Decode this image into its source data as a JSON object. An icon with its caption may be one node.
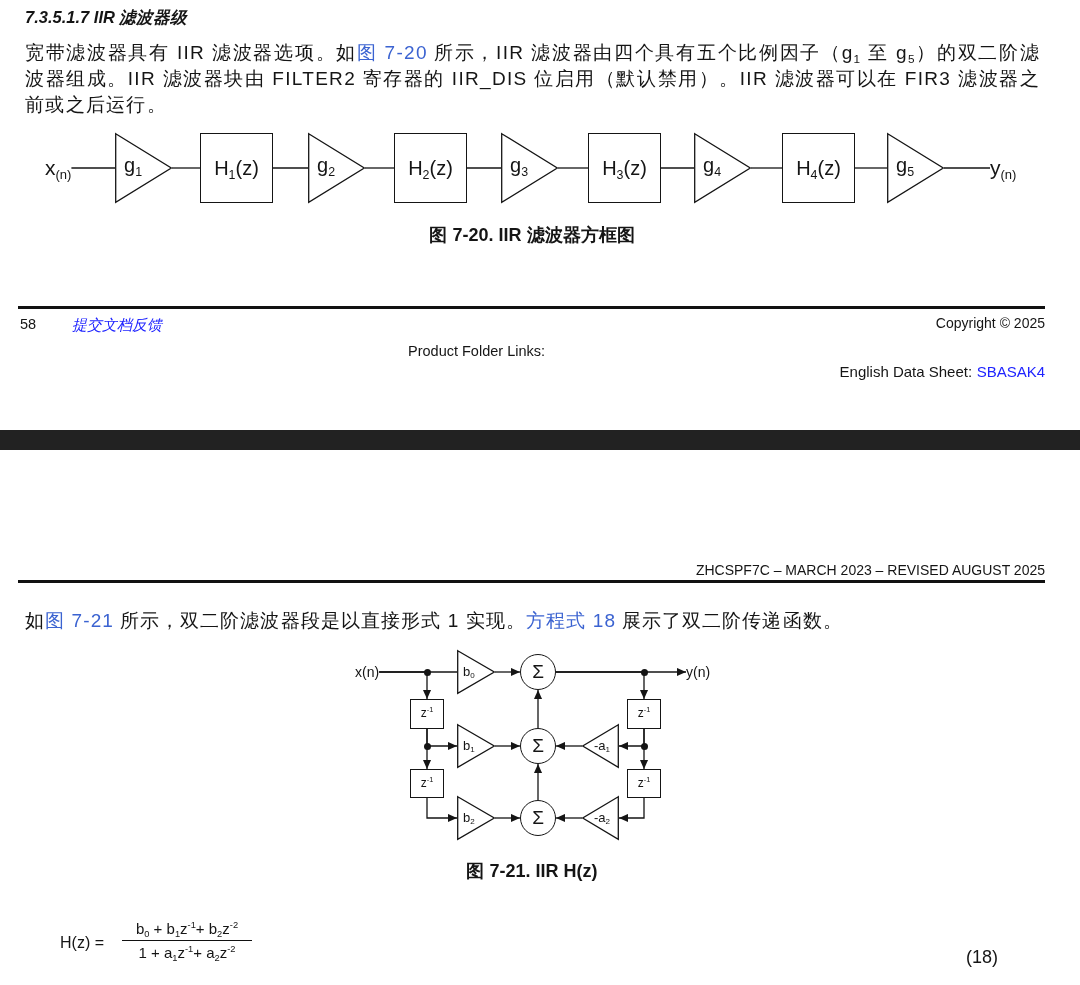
{
  "diagram": {
    "nodes": [
      {
        "text": [
          "x$_{(n)}$"
        ]
      },
      {
        "text": [
          "g$_{1}$"
        ]
      },
      {
        "text": [
          "H$_{1}$(z)"
        ]
      },
      {
        "text": [
          "g$_{2}$"
        ]
      },
      {
        "text": [
          "H$_{2}$(z)"
        ]
      },
      {
        "text": [
          "g$_{3}$"
        ]
      },
      {
        "text": [
          "H$_{3}$(z)"
        ]
      },
      {
        "text": [
          "g$_{4}$"
        ]
      },
      {
        "text": [
          "H$_{4}$(z)"
        ]
      },
      {
        "text": [
          "g$_{5}$"
        ]
      },
      {
        "text": [
          "y$_{(n)}$"
        ]
      },
      {
        "text": [
          "x(n)"
        ]
      },
      {
        "text": [
          "b$_{0}$"
        ]
      },
      {
        "text": [
          "Σ"
        ]
      },
      {
        "text": [
          "y(n)"
        ]
      },
      {
        "text": [
          "z$^{-1}$"
        ]
      },
      {
        "text": [
          "z$^{-1}$"
        ]
      },
      {
        "text": [
          "b$_{1}$"
        ]
      },
      {
        "text": [
          "Σ"
        ]
      },
      {
        "text": [
          "-a$_{1}$"
        ]
      },
      {
        "text": [
          "z$^{-1}$"
        ]
      },
      {
        "text": [
          "z$^{-1}$"
        ]
      },
      {
        "text": [
          "b$_{2}$"
        ]
      },
      {
        "text": [
          "Σ"
        ]
      },
      {
        "text": [
          "-a$_{2}$"
        ]
      }
    ],
    "edges": [
      {
        "from": 0,
        "to": 1,
        "arrow": "none"
      },
      {
        "from": 1,
        "to": 2,
        "arrow": "none"
      },
      {
        "from": 2,
        "to": 3,
        "arrow": "none"
      },
      {
        "from": 3,
        "to": 4,
        "arrow": "none"
      },
      {
        "from": 4,
        "to": 5,
        "arrow": "none"
      },
      {
        "from": 5,
        "to": 6,
        "arrow": "none"
      },
      {
        "from": 6,
        "to": 7,
        "arrow": "none"
      },
      {
        "from": 7,
        "to": 8,
        "arrow": "none"
      },
      {
        "from": 8,
        "to": 9,
        "arrow": "none"
      },
      {
        "from": 9,
        "to": 10,
        "arrow": "none"
      },
      {
        "from": 11,
        "to": 12,
        "arrow": "none"
      },
      {
        "from": 11,
        "to": 15,
        "arrow": "to"
      },
      {
        "from": 12,
        "to": 13,
        "arrow": "to"
      },
      {
        "from": 13,
        "to": 14,
        "arrow": "to"
      },
      {
        "from": 13,
        "to": 16,
        "arrow": "to"
      },
      {
        "from": 15,
        "to": 17,
        "arrow": "to"
      },
      {
        "from": 15,
        "to": 20,
        "arrow": "to"
      },
      {
        "from": 17,
        "to": 18,
        "arrow": "to"
      },
      {
        "from": 18,
        "to": 13,
        "arrow": "to"
      },
      {
        "from": 16,
        "to": 19,
        "arrow": "to"
      },
      {
        "from": 16,
        "to": 21,
        "arrow": "to"
      },
      {
        "from": 19,
        "to": 18,
        "arrow": "to"
      },
      {
        "from": 20,
        "to": 22,
        "arrow": "to"
      },
      {
        "from": 22,
        "to": 23,
        "arrow": "to"
      },
      {
        "from": 23,
        "to": 18,
        "arrow": "to"
      },
      {
        "from": 21,
        "to": 24,
        "arrow": "to"
      },
      {
        "from": 24,
        "to": 23,
        "arrow": "to"
      }
    ],
    "labels": [
      "7.3.5.1.7 IIR 滤波器级",
      "宽带滤波器具有 IIR 滤波器选项。如",
      "图 7-20",
      "所示，IIR 滤波器由四个具有五个比例因子（g$_{1}$ 至 g$_{5}$）的双二阶滤波器组成。IIR 滤波器块由 FILTER2 寄存器的 IIR_DIS 位启用（默认禁用）。IIR 滤波器可以在 FIR3 滤波器之前或之后运行。",
      "图 7-20. IIR 滤波器方框图",
      "58",
      "提交文档反馈",
      "Copyright © 2025",
      "Product Folder Links:",
      "English Data Sheet:",
      "SBASAK4",
      "ZHCSPF7C – MARCH 2023 – REVISED AUGUST 2025",
      "如",
      "图 7-21",
      "所示，双二阶滤波器段是以直接形式 1 实现。",
      "方程式 18",
      "展示了双二阶传递函数。",
      "图 7-21. IIR H(z)",
      "H(z) =",
      "b$_{0}$ + b$_{1}$z$^{-1}$+ b$_{2}$z$^{-2}$",
      "1 + a$_{1}$z$^{-1}$+ a$_{2}$z$^{-2}$",
      "(18)"
    ]
  }
}
